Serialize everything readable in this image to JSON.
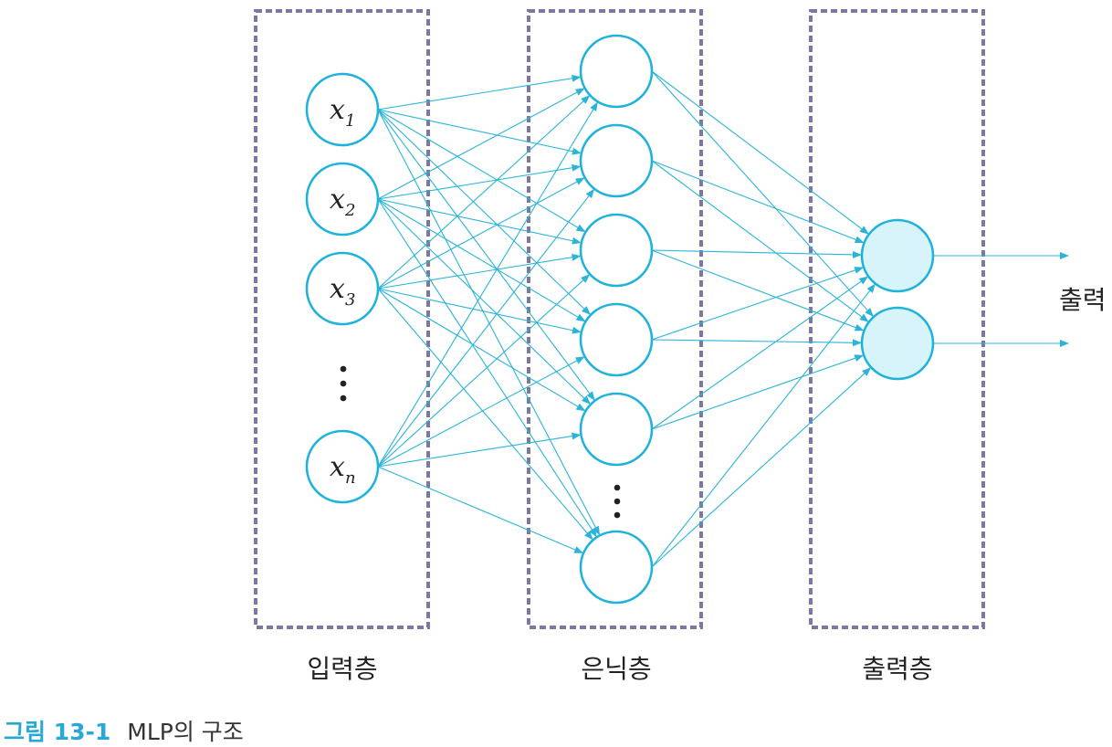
{
  "layers": {
    "input_label": "입력층",
    "hidden_label": "은닉층",
    "output_label": "출력층"
  },
  "input_nodes": [
    {
      "symbol": "x",
      "subscript": "1"
    },
    {
      "symbol": "x",
      "subscript": "2"
    },
    {
      "symbol": "x",
      "subscript": "3"
    },
    {
      "symbol": "x",
      "subscript": "n"
    }
  ],
  "output_arrow_label": "출력",
  "caption": {
    "number": "그림 13-1",
    "text": "MLP의 구조"
  },
  "colors": {
    "accent": "#1fb3db",
    "box_border": "#7b78a3",
    "output_fill": "#d8f4fb",
    "caption_number": "#27a8d6"
  }
}
